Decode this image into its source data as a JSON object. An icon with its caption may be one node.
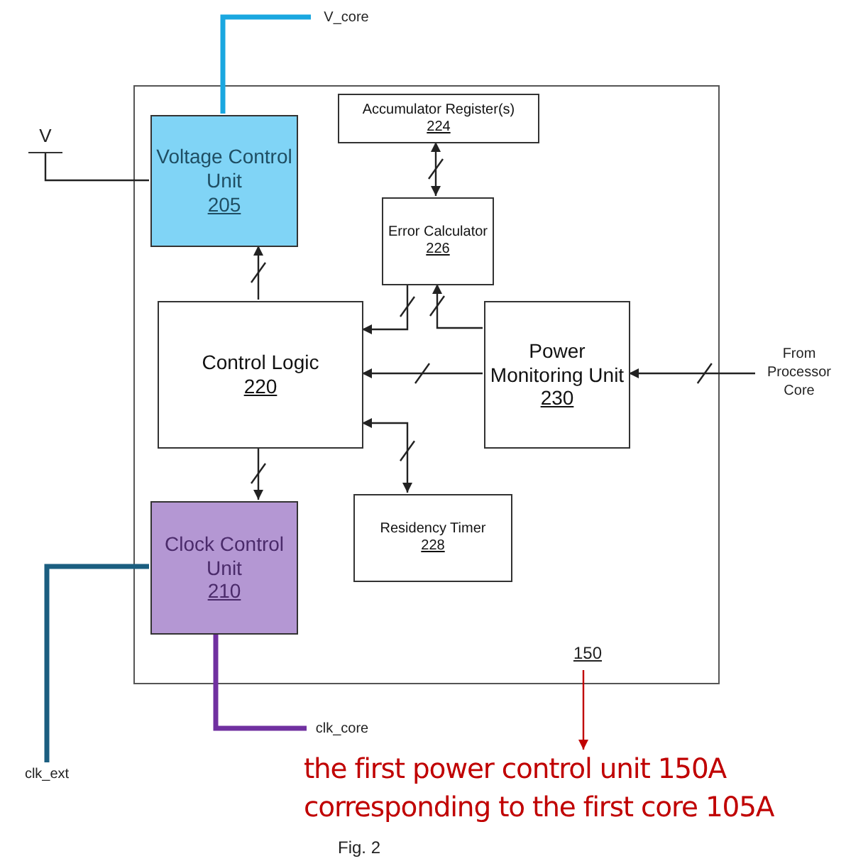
{
  "diagram": {
    "caption": "Fig. 2",
    "nodes": [
      {
        "text": [
          "150"
        ]
      },
      {
        "text": [
          "Voltage Control Unit",
          "205"
        ],
        "in": 0
      },
      {
        "text": [
          "Accumulator Register(s)",
          "224"
        ],
        "in": 0
      },
      {
        "text": [
          "Error Calculator",
          "226"
        ],
        "in": 0
      },
      {
        "text": [
          "Control Logic",
          "220"
        ],
        "in": 0
      },
      {
        "text": [
          "Power Monitoring Unit",
          "230"
        ],
        "in": 0
      },
      {
        "text": [
          "Residency Timer",
          "228"
        ],
        "in": 0
      },
      {
        "text": [
          "Clock Control Unit",
          "210"
        ],
        "in": 0
      },
      {
        "text": [
          "V_core"
        ]
      },
      {
        "text": [
          "V"
        ]
      },
      {
        "text": [
          "clk_ext"
        ]
      },
      {
        "text": [
          "clk_core"
        ]
      },
      {
        "text": [
          "From Processor Core"
        ]
      },
      {
        "text": [
          "the first power control unit 150A corresponding to the first core 105A"
        ]
      }
    ],
    "edges": [
      {
        "from": 1,
        "to": 8,
        "arrow": "none",
        "style": "thick",
        "color": "#1aa7e0"
      },
      {
        "from": 9,
        "to": 1,
        "arrow": "none"
      },
      {
        "from": 4,
        "to": 1,
        "arrow": "to"
      },
      {
        "from": 2,
        "to": 3,
        "arrow": "both"
      },
      {
        "from": 3,
        "to": 4,
        "arrow": "to"
      },
      {
        "from": 5,
        "to": 3,
        "arrow": "to"
      },
      {
        "from": 5,
        "to": 4,
        "arrow": "to"
      },
      {
        "from": 4,
        "to": 6,
        "arrow": "both"
      },
      {
        "from": 4,
        "to": 7,
        "arrow": "to"
      },
      {
        "from": 12,
        "to": 5,
        "arrow": "to"
      },
      {
        "from": 7,
        "to": 10,
        "arrow": "none",
        "style": "thick",
        "color": "#1b5e80"
      },
      {
        "from": 7,
        "to": 11,
        "arrow": "none",
        "style": "thick",
        "color": "#7030a0"
      },
      {
        "from": 0,
        "to": 13,
        "arrow": "to",
        "color": "#c00000"
      }
    ]
  }
}
